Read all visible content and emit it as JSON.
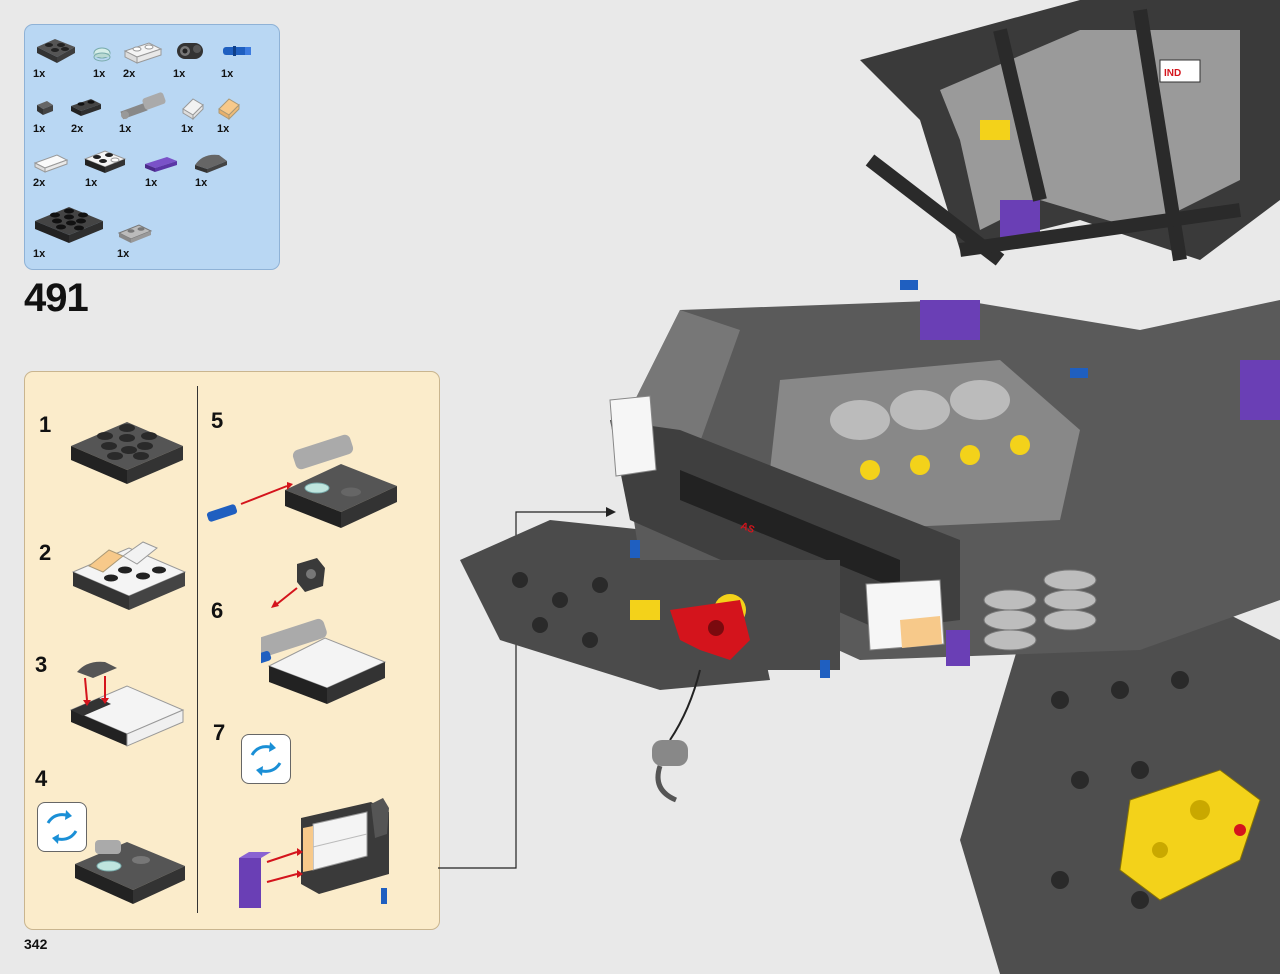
{
  "page": {
    "number": "342",
    "step_number": "491"
  },
  "parts_list": [
    {
      "qty": "1x",
      "name": "plate-2x2-dark-gray-icon"
    },
    {
      "qty": "1x",
      "name": "round-tile-trans-clear-icon"
    },
    {
      "qty": "2x",
      "name": "plate-1x2-white-icon"
    },
    {
      "qty": "1x",
      "name": "pin-connector-black-icon"
    },
    {
      "qty": "1x",
      "name": "axle-pin-blue-icon"
    },
    {
      "qty": "1x",
      "name": "tile-1x1-dark-gray-icon"
    },
    {
      "qty": "2x",
      "name": "plate-1x2-black-icon"
    },
    {
      "qty": "1x",
      "name": "pneumatic-cylinder-icon"
    },
    {
      "qty": "1x",
      "name": "slope-trans-clear-icon"
    },
    {
      "qty": "1x",
      "name": "slope-trans-orange-icon"
    },
    {
      "qty": "2x",
      "name": "tile-1x2-white-icon"
    },
    {
      "qty": "1x",
      "name": "plate-2x2-white-black-icon"
    },
    {
      "qty": "1x",
      "name": "tile-1x2-purple-icon"
    },
    {
      "qty": "1x",
      "name": "curved-slope-dark-gray-icon"
    },
    {
      "qty": "1x",
      "name": "plate-3x3-black-icon"
    },
    {
      "qty": "1x",
      "name": "plate-bracket-light-gray-icon"
    }
  ],
  "substeps": [
    "1",
    "2",
    "3",
    "4",
    "5",
    "6",
    "7"
  ],
  "colors": {
    "parts_bg": "#b9d7f3",
    "substep_bg": "#fbeccb",
    "page_bg": "#e9e9e9",
    "accent_purple": "#6a3fb5",
    "accent_yellow": "#f3d21a",
    "accent_red": "#d4141c",
    "accent_blue": "#1f5fc0"
  }
}
